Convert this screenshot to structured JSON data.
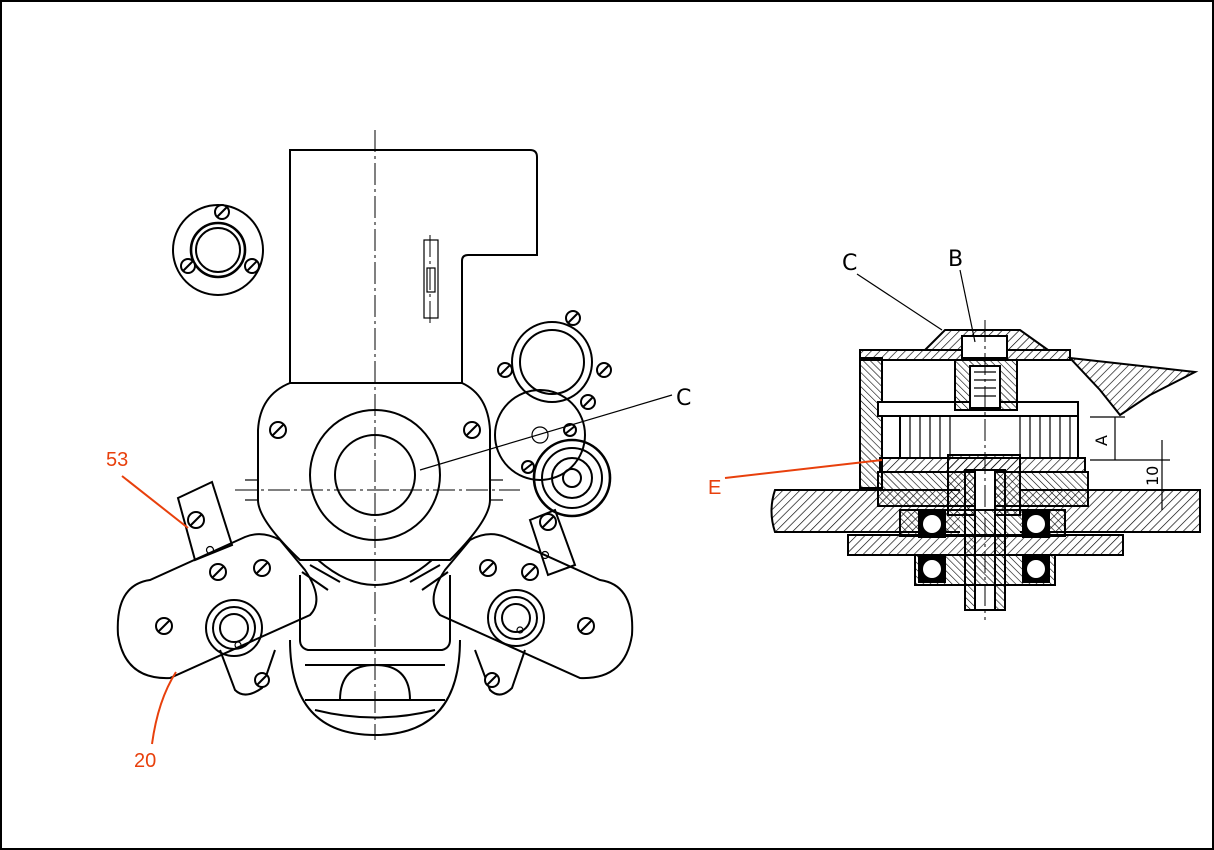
{
  "labels": {
    "c_left": "C",
    "c_right": "C",
    "b_right": "B",
    "label_53": "53",
    "label_20": "20",
    "label_e": "E",
    "dim_a": "A",
    "dim_10": "10"
  },
  "colors": {
    "line": "#000000",
    "callout": "#e8400c",
    "background": "#ffffff"
  }
}
